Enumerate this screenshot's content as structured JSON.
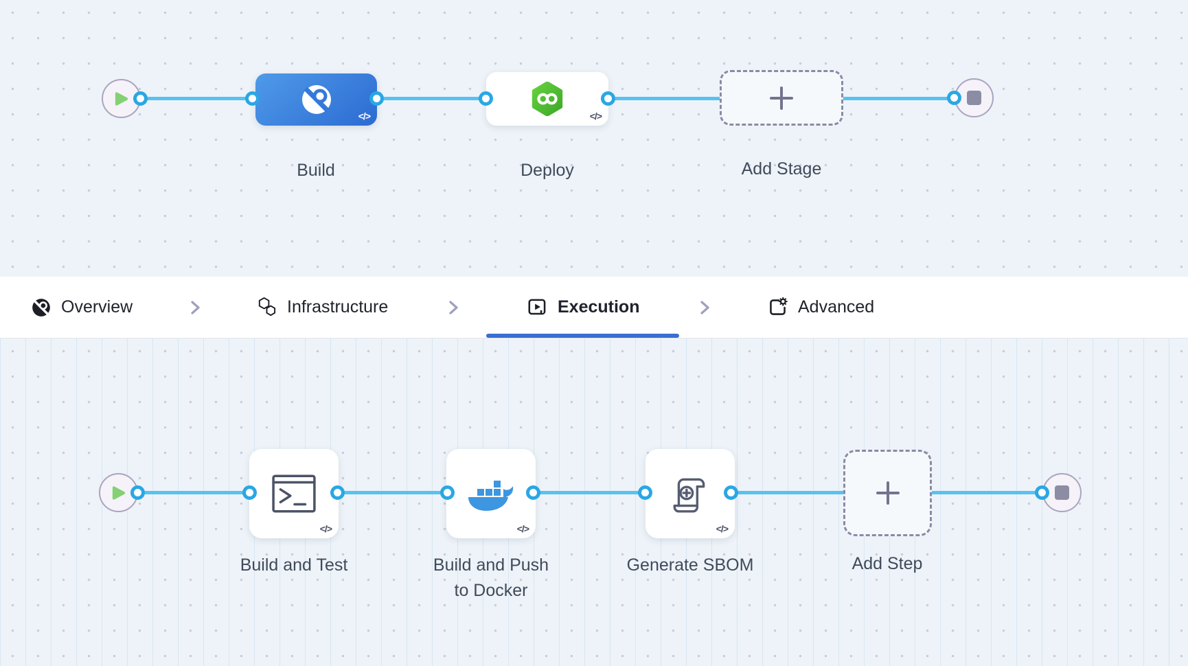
{
  "stage_canvas": {
    "stages": [
      {
        "id": "build",
        "label": "Build",
        "icon": "ci-build-icon",
        "selected": true
      },
      {
        "id": "deploy",
        "label": "Deploy",
        "icon": "harness-deploy-icon",
        "selected": false
      }
    ],
    "add_stage_label": "Add Stage"
  },
  "tab_bar": {
    "tabs": [
      {
        "label": "Overview",
        "icon": "pipeline-overview-icon",
        "active": false
      },
      {
        "label": "Infrastructure",
        "icon": "infrastructure-hexagons-icon",
        "active": false
      },
      {
        "label": "Execution",
        "icon": "execution-play-icon",
        "active": true
      },
      {
        "label": "Advanced",
        "icon": "advanced-settings-icon",
        "active": false
      }
    ]
  },
  "step_canvas": {
    "steps": [
      {
        "id": "build-and-test",
        "label": "Build and Test",
        "label_lines": [
          "Build and Test"
        ],
        "icon": "run-terminal-icon"
      },
      {
        "id": "build-and-push-to-docker",
        "label": "Build and Push to Docker",
        "label_lines": [
          "Build and Push",
          "to Docker"
        ],
        "icon": "docker-icon"
      },
      {
        "id": "generate-sbom",
        "label": "Generate SBOM",
        "label_lines": [
          "Generate SBOM"
        ],
        "icon": "sbom-scroll-icon"
      }
    ],
    "add_step_label": "Add Step"
  },
  "badges": {
    "code": "</>"
  },
  "colors": {
    "canvas_bg": "#edf3f8",
    "connector_line": "#57c2f1",
    "connector_ring": "#2aa7e4",
    "active_tab_underline": "#3a6ed0",
    "stage_build_gradient_start": "#4f9ae9",
    "stage_build_gradient_end": "#2c6bd2",
    "harness_green": "#4eb932",
    "docker_blue": "#3d96e0",
    "node_label_text": "#414a5a",
    "tab_text": "#20232b",
    "play_green": "#84d173",
    "stop_gray": "#8c8ca4"
  }
}
